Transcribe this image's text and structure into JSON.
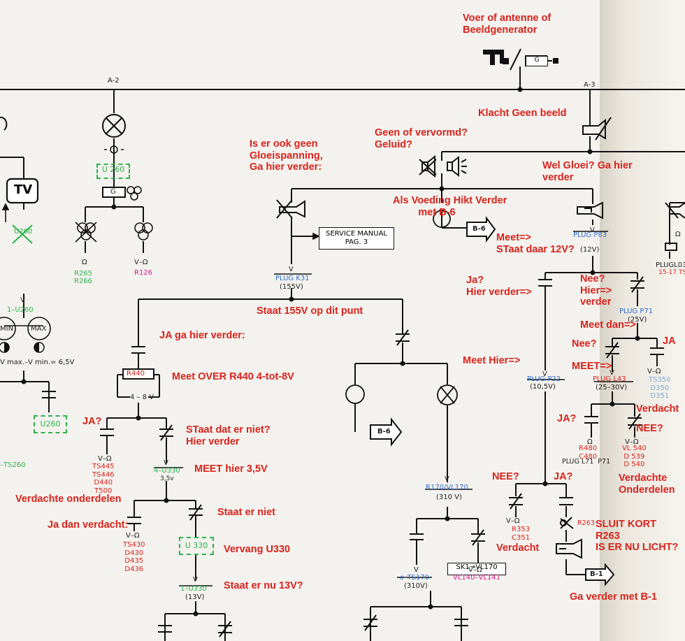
{
  "nodes": {
    "a2": "A-2",
    "a3": "A-3",
    "generator_box": "G",
    "g_box2": "G",
    "tv_label": "TV",
    "min_label": "MIN",
    "max_label": "MAX",
    "vmax_vmin": "V max.–V min.= 6,5V",
    "u260_box": "U 260",
    "u260_box2": "U260",
    "u260_label": "U260",
    "one_u260": "1–U260",
    "ts260": "–TS260",
    "v1": "V",
    "omega1": "Ω",
    "r265": "R265",
    "r266": "R266",
    "v_omega1": "V–Ω",
    "r126": "R126",
    "service_manual_line1": "SERVICE MANUAL",
    "service_manual_line2": "PAG. 3",
    "v_plugk31": "V",
    "plug_k31": "PLUG K31",
    "k31_voltage": "(155V)",
    "r440": "R440",
    "r440_range": "4 – 8 V",
    "v_omega2": "V–Ω",
    "ts445_group": "TS445\nTS446\nD440\nT500",
    "v_u330": "V",
    "u330_4": "4–U330",
    "u330_voltage": "3,5v",
    "v_omega3": "V–Ω",
    "ts430_group": "TS430\nD430\nD435\nD436",
    "u330_box": "U 330",
    "v_u330b": "V",
    "u330_1": "1–U330",
    "u330_13v": "(13V)",
    "b6_arrow": "B-6",
    "b6_arrow2": "B-6",
    "v_r170": "V",
    "r170_vl170": "R170/VL170",
    "r170_voltage": "(310 V)",
    "v_ts170": "V",
    "c_ts170": "c–TS170",
    "ts170_voltage": "(310V)",
    "v_omega4": "V–Ω",
    "vl140": "VL140–VL141",
    "sk1_vl170": "SK1→VL170",
    "v_p83": "V",
    "plug_p83": "PLUG P83",
    "p83_voltage": "(12V)",
    "v_p22": "V",
    "plug_p22": "PLUG P22",
    "p22_voltage": "(10,5V)",
    "plug_p71": "PLUG P71",
    "p71_voltage": "(25V)",
    "v_l43": "V",
    "plug_l43": "PLUG L43",
    "l43_voltage": "(25–30V)",
    "v_omega5": "V–Ω",
    "ts350_group": "TS350\nD350\nD351",
    "omega2": "Ω",
    "r480_group": "R480\nC480",
    "plug_l71": "PLUG L71  P71",
    "v_omega6": "V–Ω",
    "vl540_group": "VL 540\nD 539\nD 540",
    "v_omega7": "V–Ω",
    "r353_group": "R353\nC351",
    "r263": "R263",
    "b1_arrow": "B-1",
    "plug_l03": "PLUGL03",
    "plug_l03_sub": "15-17 TS",
    "omega3": "Ω"
  },
  "annotations": {
    "voer_antenne": "Voer of antenne of\nBeeldgenerator",
    "klacht": "Klacht Geen beeld",
    "geen_geluid": "Geen of vervormd?\nGeluid?",
    "gloeispanning": "Is er ook geen\nGloeispanning,\nGa hier verder:",
    "wel_gloei": "Wel Gloei? Ga hier\nverder",
    "voeding": "Als Voeding Hikt Verder\n         met B-6",
    "meet_12v": "Meet=>\nSTaat daar 12V?",
    "staat_155": "Staat 155V op dit punt",
    "ja_hier": "Ja?\nHier verder=>",
    "nee_hier": "Nee?\nHier=>\nverder",
    "meet_dan": "Meet dan=>",
    "ja_ga": "JA ga hier verder:",
    "meet_r440": "Meet OVER R440 4-tot-8V",
    "meet_hier": "Meet Hier=>",
    "nee_q": "Nee?",
    "ja_right": "JA",
    "meet_arrow": "MEET=>",
    "verdacht_right": "Verdacht",
    "nee_right": "NEE?",
    "ja_q_right": "JA?",
    "ja_q_left": "JA?",
    "staat_niet": "STaat dat er niet?\nHier verder",
    "meet_35": "MEET hier 3,5V",
    "verdachte_onderdelen": "Verdachte onderdelen",
    "ja_dan_verdacht": "Ja dan verdacht:",
    "staat_er_niet": "Staat er niet",
    "vervang_u330": "Vervang U330",
    "staat_13v": "Staat er nu 13V?",
    "verdachte_onderdelen_right": "Verdachte\nOnderdelen",
    "nee_mid": "NEE?",
    "ja_mid": "JA?",
    "verdacht_mid": "Verdacht",
    "sluit_kort": "SLUIT KORT\nR263\nIS ER NU LICHT?",
    "ga_b1": "Ga verder met B-1"
  }
}
